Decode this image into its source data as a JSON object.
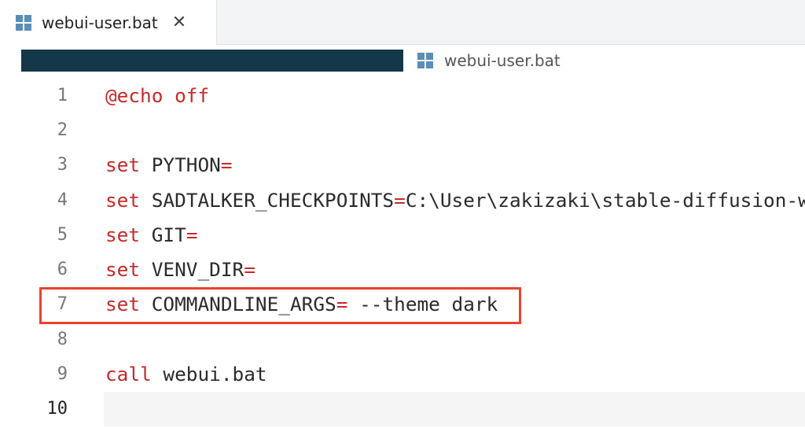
{
  "tab": {
    "label": "webui-user.bat",
    "icon": "windows-icon",
    "close": "✕"
  },
  "breadcrumb": {
    "label": "webui-user.bat",
    "icon": "windows-icon"
  },
  "colors": {
    "keyword": "#c62a2a",
    "highlight_box": "#e8432e",
    "redaction": "#15374a"
  },
  "lines": [
    {
      "n": "1",
      "kw": "@echo off",
      "rest": ""
    },
    {
      "n": "2",
      "kw": "",
      "rest": ""
    },
    {
      "n": "3",
      "kw": "set",
      "rest": " PYTHON",
      "eq": "="
    },
    {
      "n": "4",
      "kw": "set",
      "rest": " SADTALKER_CHECKPOINTS",
      "eq": "=",
      "val": "C:\\User\\zakizaki\\stable-diffusion-w"
    },
    {
      "n": "5",
      "kw": "set",
      "rest": " GIT",
      "eq": "="
    },
    {
      "n": "6",
      "kw": "set",
      "rest": " VENV_DIR",
      "eq": "="
    },
    {
      "n": "7",
      "kw": "set",
      "rest": " COMMANDLINE_ARGS",
      "eq": "=",
      "val": " --theme dark"
    },
    {
      "n": "8",
      "kw": "",
      "rest": ""
    },
    {
      "n": "9",
      "kw": "call",
      "rest": " webui.bat"
    },
    {
      "n": "10",
      "kw": "",
      "rest": ""
    }
  ]
}
